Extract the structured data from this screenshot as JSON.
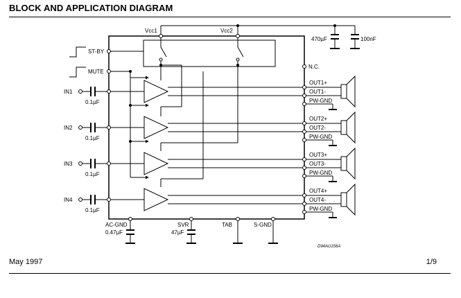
{
  "page": {
    "title": "BLOCK AND APPLICATION DIAGRAM",
    "date": "May 1997",
    "page_number": "1/9"
  },
  "diagram": {
    "supply": {
      "vcc1": "Vcc1",
      "vcc2": "Vcc2",
      "cap1": "470µF",
      "cap2": "100nF",
      "nc": "N.C."
    },
    "controls": {
      "standby": "ST-BY",
      "mute": "MUTE"
    },
    "inputs": [
      {
        "name": "IN1",
        "cap": "0.1µF"
      },
      {
        "name": "IN2",
        "cap": "0.1µF"
      },
      {
        "name": "IN3",
        "cap": "0.1µF"
      },
      {
        "name": "IN4",
        "cap": "0.1µF"
      }
    ],
    "outputs": [
      {
        "plus": "OUT1+",
        "minus": "OUT1-",
        "gnd": "PW-GND"
      },
      {
        "plus": "OUT2+",
        "minus": "OUT2-",
        "gnd": "PW-GND"
      },
      {
        "plus": "OUT3+",
        "minus": "OUT3-",
        "gnd": "PW-GND"
      },
      {
        "plus": "OUT4+",
        "minus": "OUT4-",
        "gnd": "PW-GND"
      }
    ],
    "bottom": {
      "ac_gnd": "AC-GND",
      "ac_gnd_cap": "0.47µF",
      "svr": "SVR",
      "svr_cap": "47µF",
      "tab": "TAB",
      "s_gnd": "S-GND"
    },
    "drawing_code": "D94AU156A"
  }
}
